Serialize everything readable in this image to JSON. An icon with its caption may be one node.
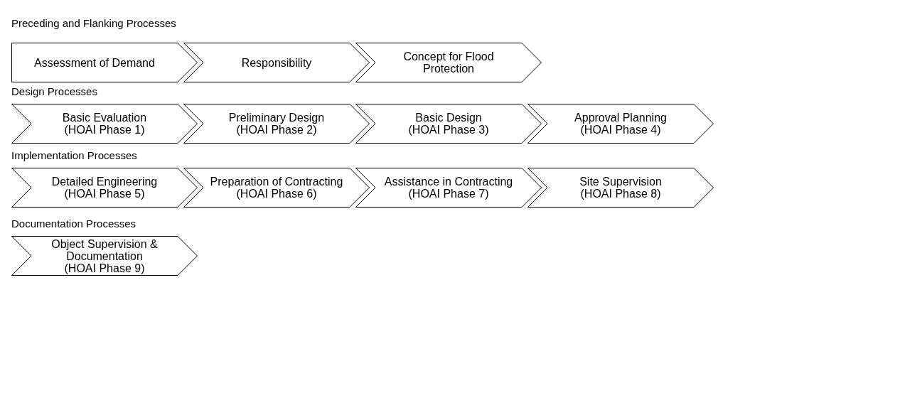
{
  "diagram": {
    "nodes": [
      {
        "text": [
          "Assessment of Demand"
        ]
      },
      {
        "text": [
          "Responsibility"
        ]
      },
      {
        "text": [
          "Concept for Flood Protection"
        ]
      },
      {
        "text": [
          "Basic Evaluation",
          "(HOAI Phase 1)"
        ]
      },
      {
        "text": [
          "Preliminary Design",
          "(HOAI Phase 2)"
        ]
      },
      {
        "text": [
          "Basic Design",
          "(HOAI Phase 3)"
        ]
      },
      {
        "text": [
          "Approval Planning",
          "(HOAI Phase 4)"
        ]
      },
      {
        "text": [
          "Detailed Engineering",
          "(HOAI Phase 5)"
        ]
      },
      {
        "text": [
          "Preparation of Contracting",
          "(HOAI Phase 6)"
        ]
      },
      {
        "text": [
          "Assistance in Contracting",
          "(HOAI Phase 7)"
        ]
      },
      {
        "text": [
          "Site Supervision",
          "(HOAI Phase 8)"
        ]
      },
      {
        "text": [
          "Object Supervision & Documentation",
          "(HOAI Phase 9)"
        ]
      }
    ],
    "labels": [
      "Preceding and Flanking Processes",
      "Design Processes",
      "Implementation Processes",
      "Documentation Processes"
    ]
  }
}
